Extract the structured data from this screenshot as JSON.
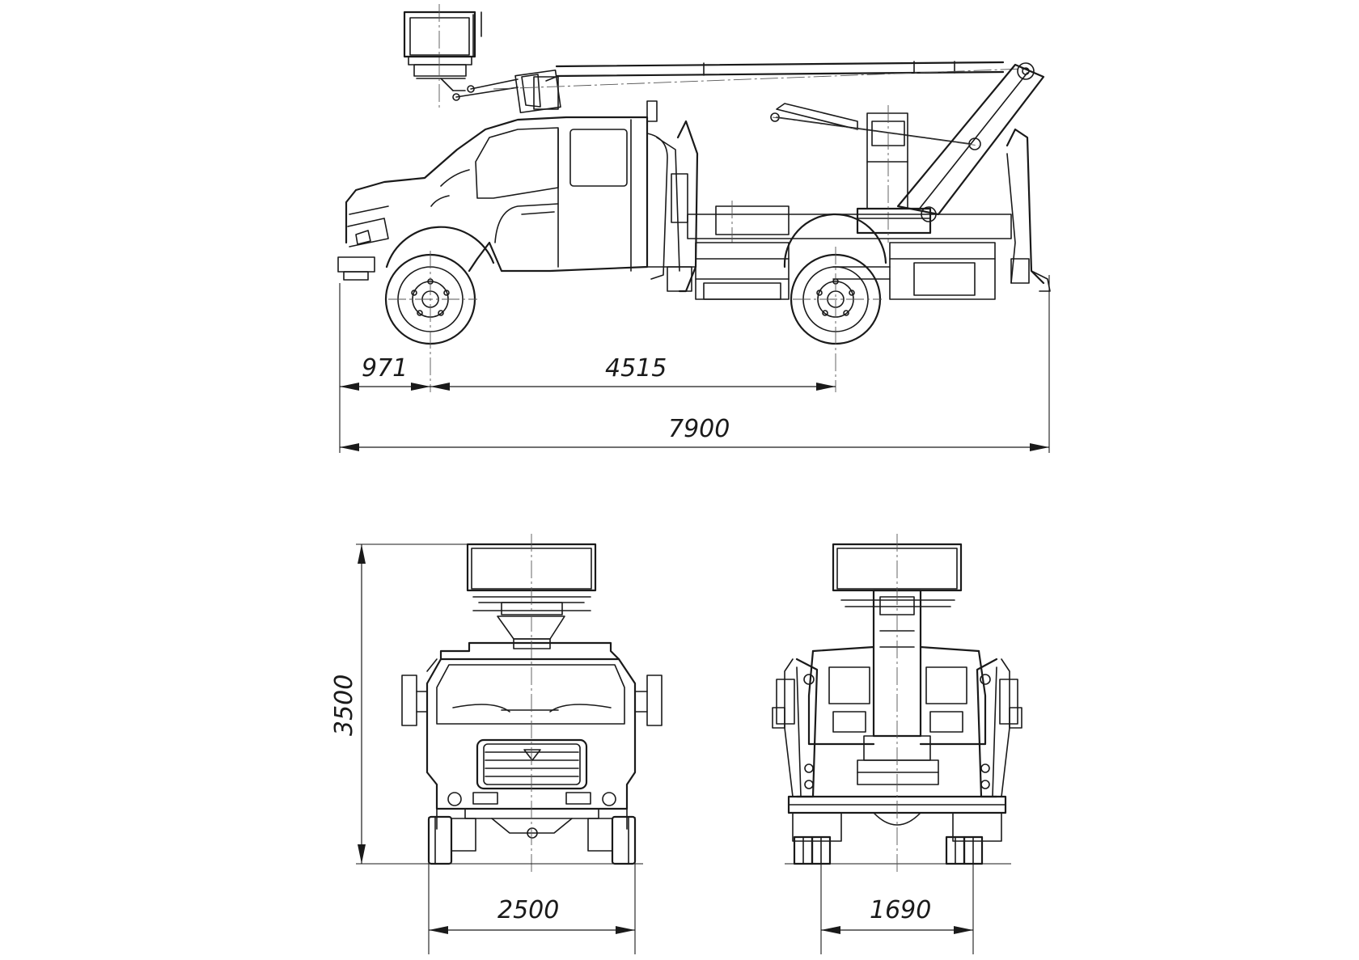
{
  "dimensions": {
    "front_overhang": "971",
    "wheelbase": "4515",
    "overall_length": "7900",
    "overall_height": "3500",
    "overall_width": "2500",
    "rear_track": "1690"
  },
  "colors": {
    "line": "#1a1a1a",
    "background": "#ffffff"
  }
}
